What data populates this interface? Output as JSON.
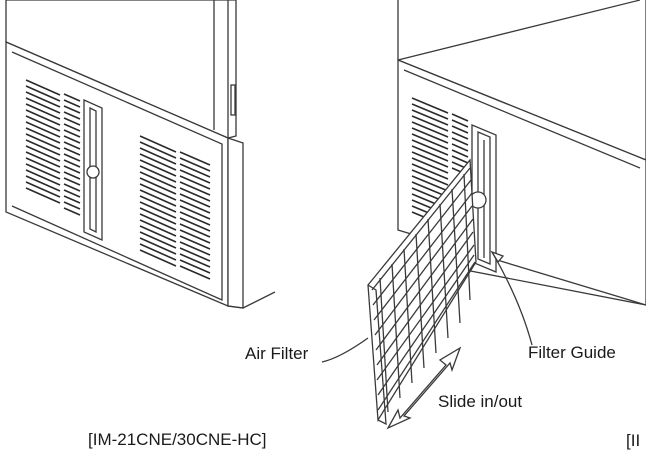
{
  "labels": {
    "air_filter": "Air Filter",
    "filter_guide": "Filter Guide",
    "slide": "Slide in/out",
    "model_left": "[IM-21CNE/30CNE-HC]",
    "model_right_partial": "[II"
  },
  "icons": {
    "double_arrow": "double-headed-arrow-icon",
    "leader_line": "leader-line"
  }
}
